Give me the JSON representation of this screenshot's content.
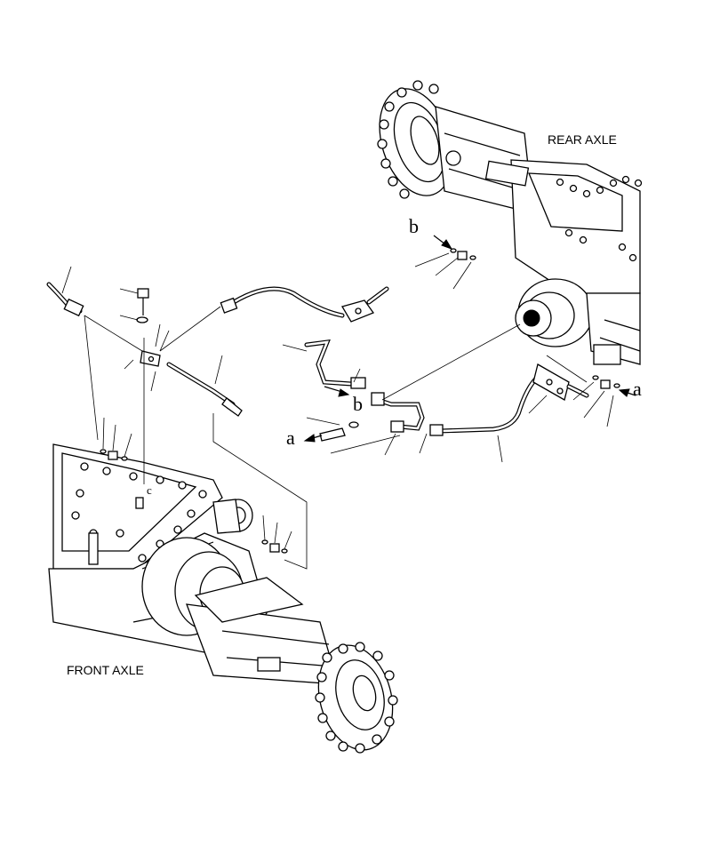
{
  "labels": {
    "rear_axle": "REAR AXLE",
    "front_axle": "FRONT AXLE"
  },
  "ref_letters": {
    "b_top": "b",
    "b_mid": "b",
    "a_right": "a",
    "a_left": "a",
    "c_small": "c"
  }
}
